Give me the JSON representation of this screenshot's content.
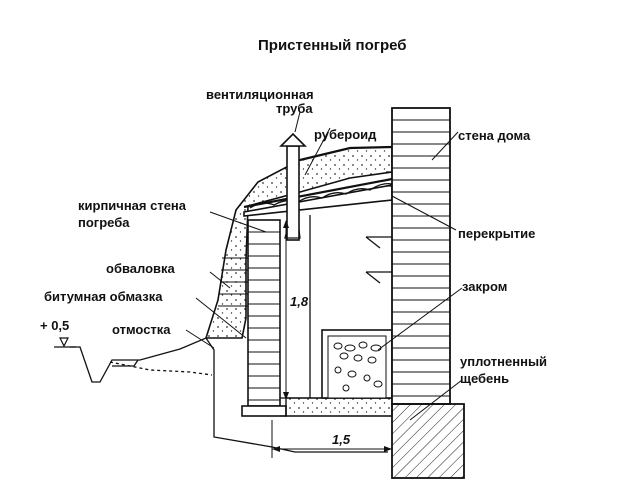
{
  "title": "Пристенный погреб",
  "labels": {
    "ventilation_pipe_line1": "вентиляционная",
    "ventilation_pipe_line2": "труба",
    "roofing_felt": "рубероид",
    "house_wall": "стена дома",
    "brick_wall_line1": "кирпичная стена",
    "brick_wall_line2": "погреба",
    "ceiling": "перекрытие",
    "embankment": "обваловка",
    "bitumen_coating": "битумная обмазка",
    "bin": "закром",
    "level_mark": "+ 0,5",
    "blind_area": "отмостка",
    "compacted_gravel_line1": "уплотненный",
    "compacted_gravel_line2": "щебень"
  },
  "dimensions": {
    "height": "1,8",
    "width": "1,5"
  }
}
